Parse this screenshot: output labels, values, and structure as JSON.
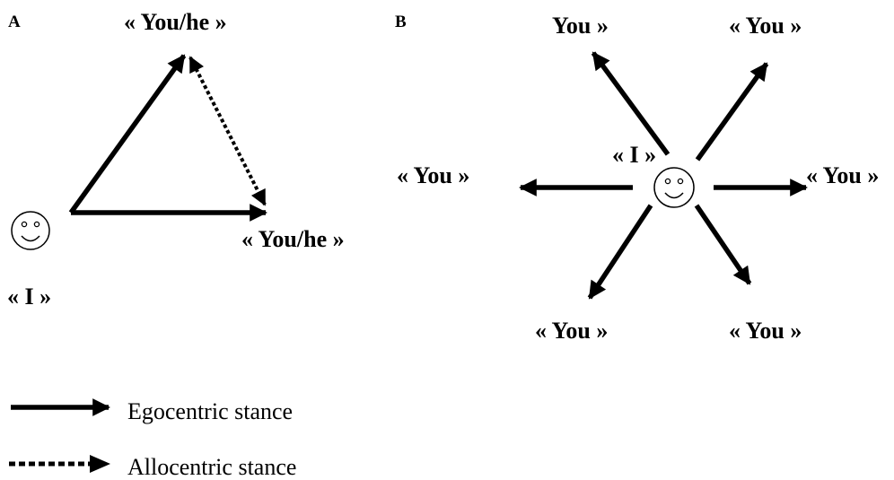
{
  "panels": {
    "a": {
      "label": "A",
      "self_label": "« I »",
      "top_label": "« You/he »",
      "right_label": "« You/he »"
    },
    "b": {
      "label": "B",
      "self_label": "« I »",
      "upper_left_label": "You »",
      "upper_right_label": "« You »",
      "left_label": "« You »",
      "right_label": "« You »",
      "lower_left_label": "« You »",
      "lower_right_label": "« You »"
    }
  },
  "legend": {
    "egocentric": "Egocentric stance",
    "allocentric": "Allocentric stance"
  },
  "colors": {
    "ink": "#000000",
    "background": "#ffffff"
  },
  "icons": [
    "smiley-face-icon",
    "arrow-head-icon"
  ]
}
